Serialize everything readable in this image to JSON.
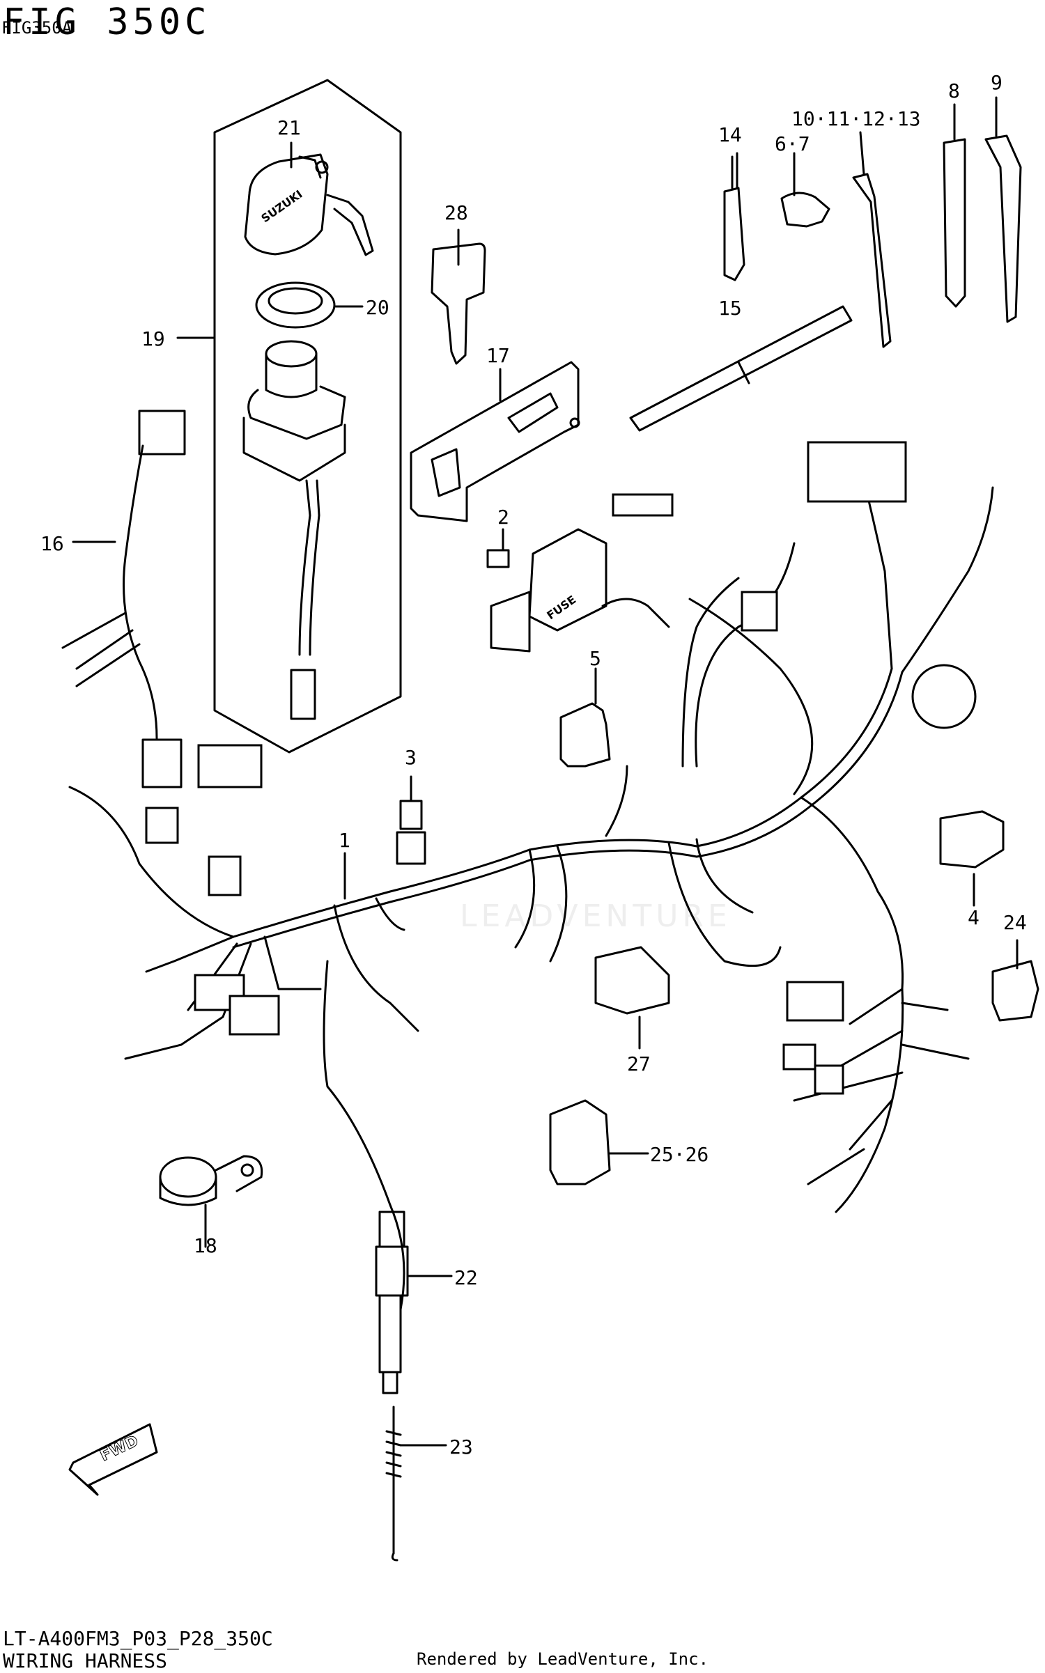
{
  "header": {
    "figure_label": "FIG 350C",
    "figure_overlay": "FIG350A"
  },
  "watermark": "LEADVENTURE",
  "callouts": {
    "c1": "1",
    "c2": "2",
    "c3": "3",
    "c4": "4",
    "c5": "5",
    "c6_7": "6·7",
    "c8": "8",
    "c9": "9",
    "c10_13": "10·11·12·13",
    "c14": "14",
    "c15": "15",
    "c16": "16",
    "c17": "17",
    "c18": "18",
    "c19": "19",
    "c20": "20",
    "c21": "21",
    "c22": "22",
    "c23": "23",
    "c24": "24",
    "c25_26": "25·26",
    "c27": "27",
    "c28": "28"
  },
  "labels": {
    "fuse": "FUSE",
    "brand": "SUZUKI",
    "fwd": "FWD"
  },
  "footer": {
    "model_code": "LT-A400FM3_P03_P28_350C",
    "section_title": "WIRING HARNESS",
    "rendered_by": "Rendered by LeadVenture, Inc."
  }
}
